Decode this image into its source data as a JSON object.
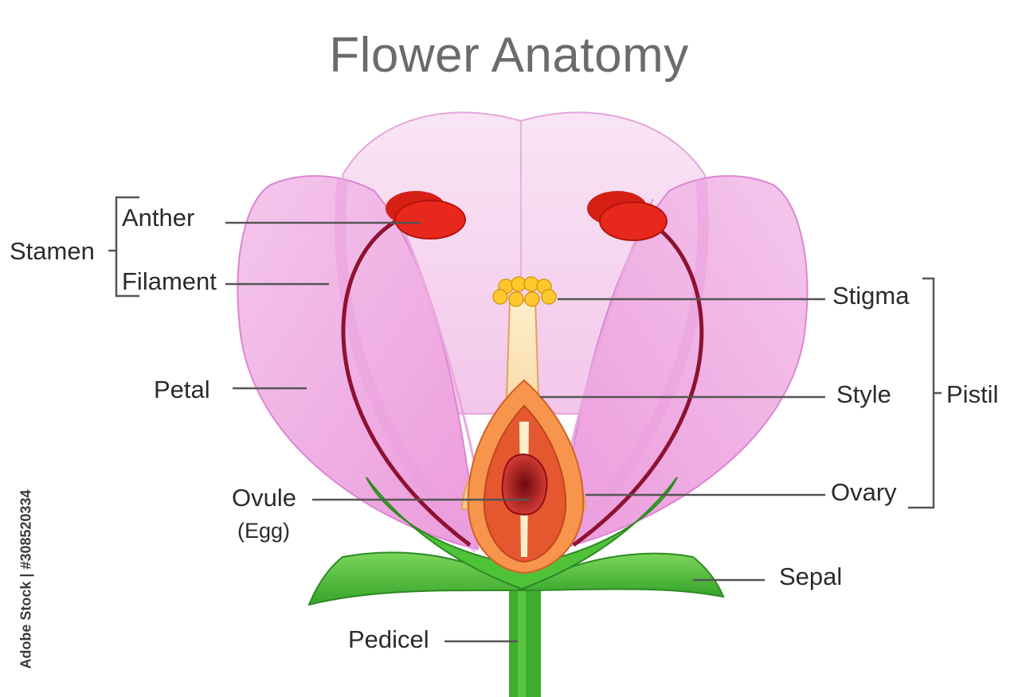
{
  "title": "Flower Anatomy",
  "labels": {
    "stamen": "Stamen",
    "anther": "Anther",
    "filament": "Filament",
    "petal": "Petal",
    "ovule": "Ovule",
    "ovule_sub": "(Egg)",
    "stigma": "Stigma",
    "style": "Style",
    "pistil": "Pistil",
    "ovary": "Ovary",
    "sepal": "Sepal",
    "pedicel": "Pedicel"
  },
  "watermark": "Adobe Stock | #308520334",
  "colors": {
    "petal_light": "#f7def2",
    "petal_mid": "#f0b6e4",
    "petal_edge": "#d978cf",
    "anther": "#e8281c",
    "filament": "#8e1230",
    "stigma": "#ffc92e",
    "style": "#fbe3b0",
    "ovary_outer": "#f6954b",
    "ovary_inner": "#e5582f",
    "ovule": "#b5141b",
    "sepal": "#4fc23a",
    "stem": "#3fae2c",
    "leader": "#555555"
  }
}
